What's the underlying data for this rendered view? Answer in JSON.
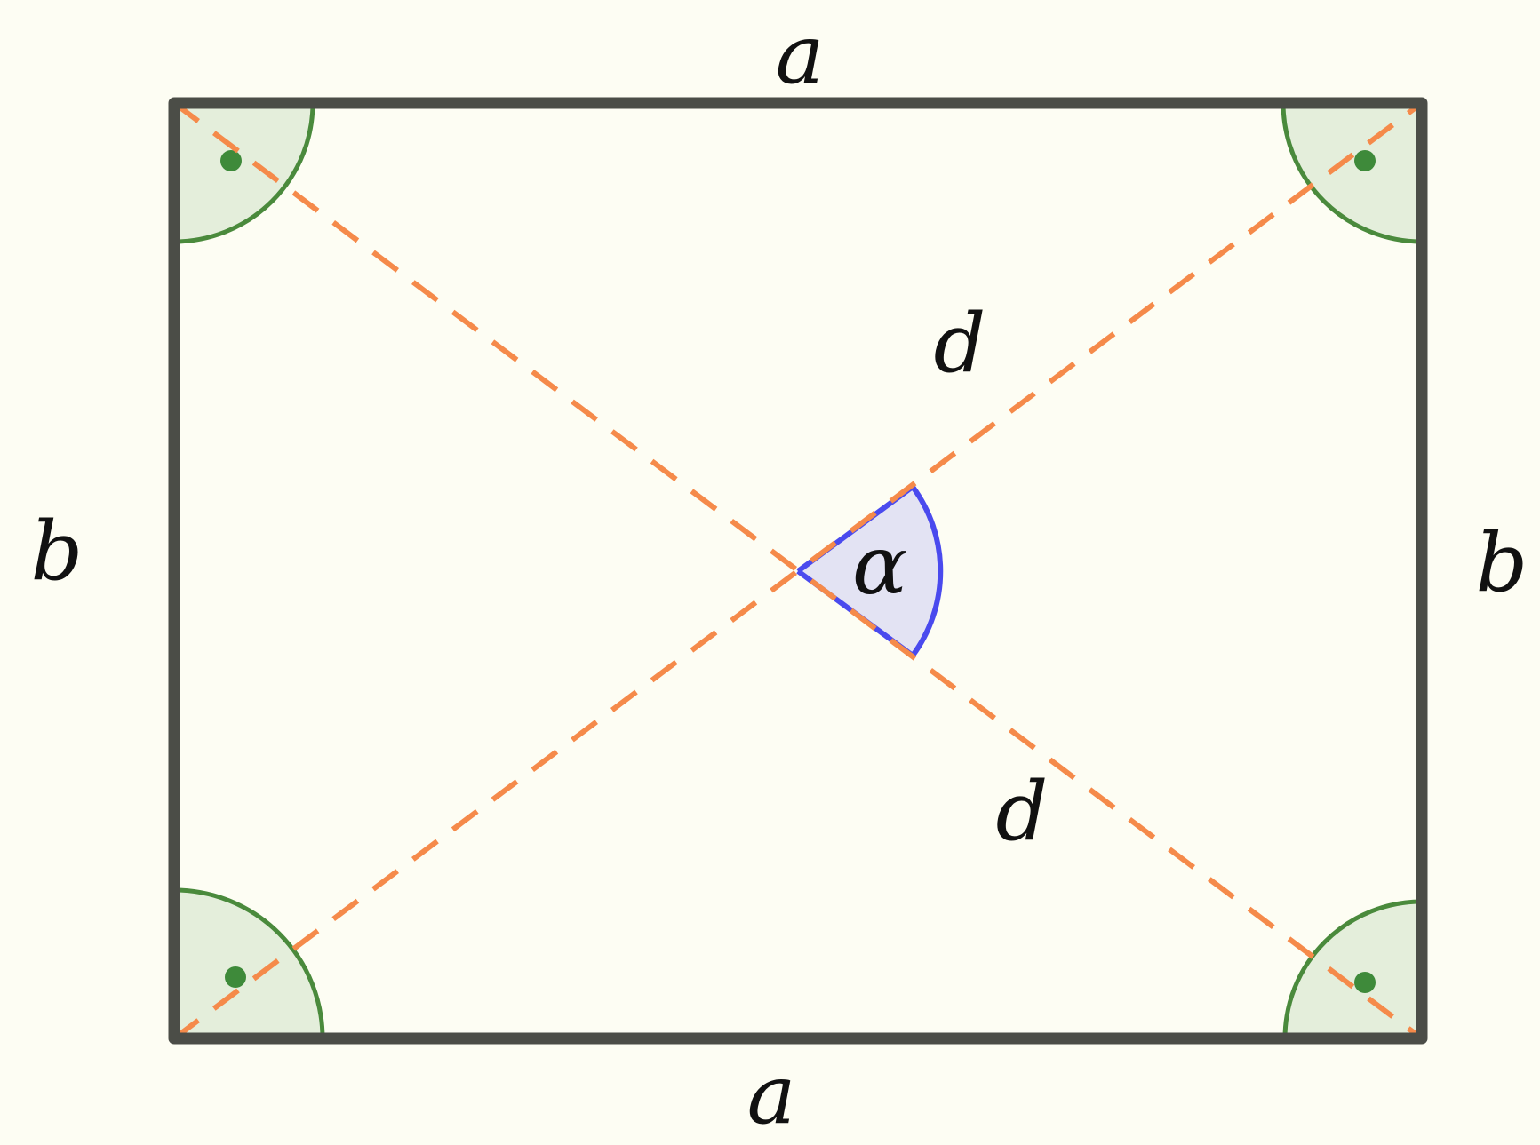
{
  "labels": {
    "side_top": "a",
    "side_bottom": "a",
    "side_left": "b",
    "side_right": "b",
    "diagonal_upper": "d",
    "diagonal_lower": "d",
    "angle": "α"
  },
  "colors": {
    "background": "#fdfdf3",
    "rectangle_stroke": "#4b4d47",
    "diagonal": "#f58a4a",
    "right_angle_fill": "#e4eedb",
    "right_angle_stroke": "#4a8a3c",
    "right_angle_dot": "#3e8a3a",
    "angle_fill": "#e3e3f3",
    "angle_arc": "#4a4aee",
    "angle_side": "#c4464e",
    "label_text": "#111111"
  },
  "right_angle_markers": [
    "top-left",
    "top-right",
    "bottom-left",
    "bottom-right"
  ]
}
